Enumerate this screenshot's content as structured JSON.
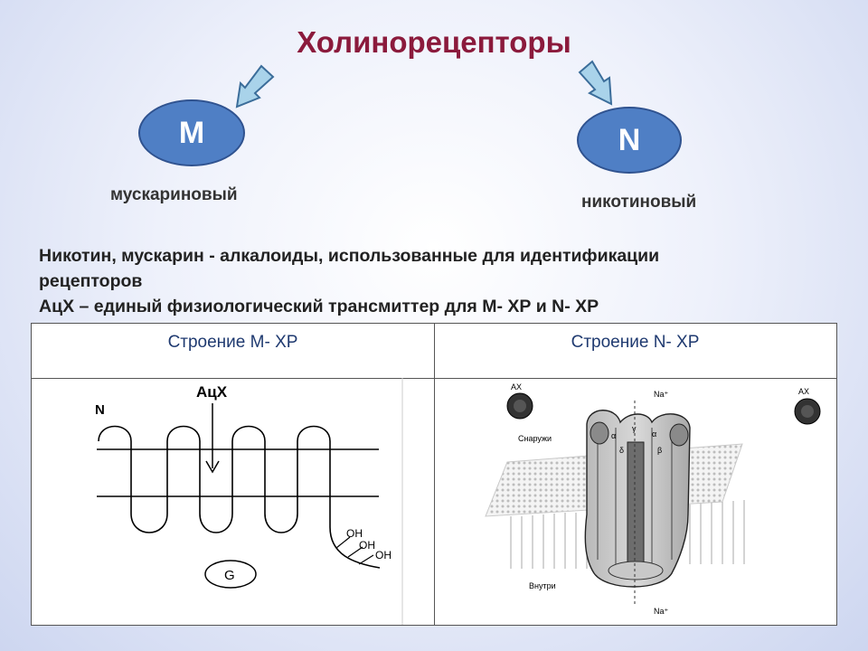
{
  "slide": {
    "title": "Холинорецепторы",
    "m_receptor": {
      "letter": "M",
      "label": "мускариновый"
    },
    "n_receptor": {
      "letter": "N",
      "label": "никотиновый"
    },
    "paragraph": {
      "line1": "Никотин, мускарин - алкалоиды, использованные для идентификации",
      "line2": "рецепторов",
      "line3": "АцХ – единый физиологический трансмиттер для М- ХР и N- ХР"
    },
    "table": {
      "header_m": "Строение М- ХР",
      "header_n": "Строение N- ХР"
    },
    "m_diagram": {
      "n_terminus": "N",
      "ligand": "АцХ",
      "g_protein": "G",
      "oh_groups": [
        "OH",
        "OH",
        "OH"
      ]
    },
    "n_diagram": {
      "ach_left": "АХ",
      "ach_right": "АХ",
      "outside": "Снаружи",
      "inside": "Внутри",
      "na_top": "Na⁺",
      "na_bottom": "Na⁺",
      "subunit_marks": [
        "α",
        "γ",
        "α",
        "β",
        "δ"
      ]
    },
    "colors": {
      "title": "#8b1a3c",
      "ellipse_fill": "#4f7fc5",
      "arrow_fill": "#a9d3ea",
      "header_text": "#1f3a70"
    }
  }
}
